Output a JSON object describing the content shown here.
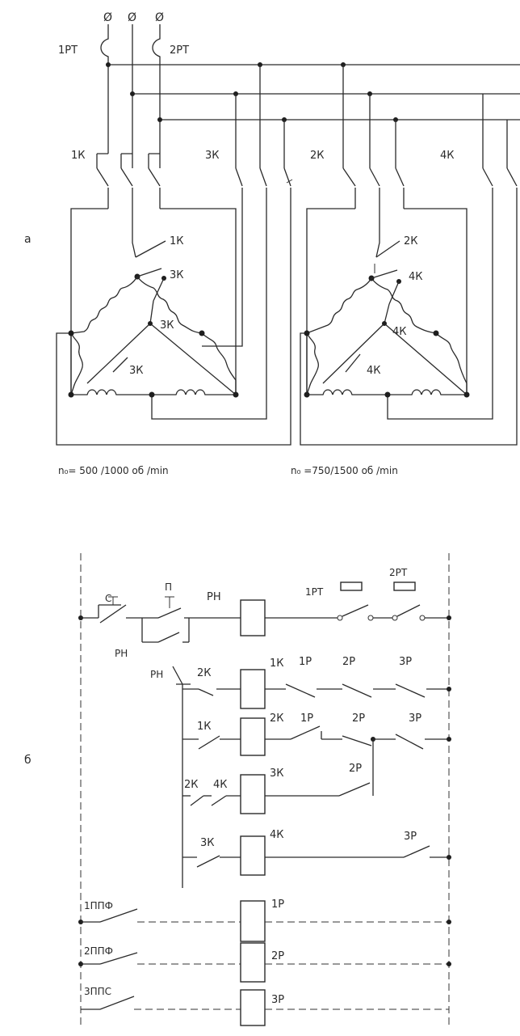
{
  "diagram_a": {
    "section_label": "а",
    "fuse_labels": [
      "1РТ",
      "2РТ"
    ],
    "terminal_symbols": [
      "Ø",
      "Ø",
      "Ø"
    ],
    "contactor_labels": [
      "1К",
      "3К",
      "2К",
      "4К"
    ],
    "winding1_contacts": [
      "1К",
      "3К",
      "3К",
      "3К"
    ],
    "winding2_contacts": [
      "2К",
      "4К",
      "4К",
      "4К"
    ],
    "speed_label_1": "n₀= 500 /1000 об /min",
    "speed_label_2": "n₀ =750/1500 об /min"
  },
  "diagram_b": {
    "section_label": "б",
    "stop_button": "С",
    "start_button": "П",
    "relay_contact": "РН",
    "coils": [
      "РН",
      "1К",
      "2К",
      "3К",
      "4К",
      "1Р",
      "2Р",
      "3Р"
    ],
    "thermal_relays": [
      "1РТ",
      "2РТ"
    ],
    "row_1K_contacts": [
      "2К",
      "1Р",
      "2Р",
      "3Р"
    ],
    "row_2K_contacts": [
      "1К",
      "1Р",
      "2Р",
      "3Р"
    ],
    "row_3K_contacts": [
      "2К",
      "4К",
      "2Р"
    ],
    "row_4K_contacts": [
      "3К",
      "3Р"
    ],
    "program_switches": [
      "1ППФ",
      "2ППФ",
      "3ППС"
    ]
  }
}
